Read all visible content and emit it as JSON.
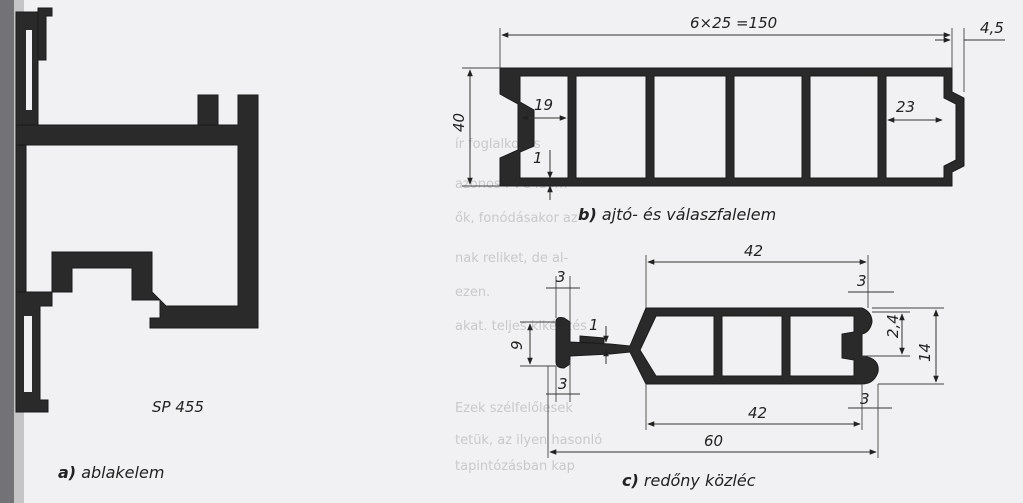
{
  "figure_a": {
    "model": "SP 455",
    "caption_letter": "a)",
    "caption_text": "ablakelem"
  },
  "figure_b": {
    "caption_letter": "b)",
    "caption_text": "ajtó- és válaszfalelem",
    "dims": {
      "top_total": "6×25 =150",
      "top_edge": "4,5",
      "height": "40",
      "left_cell": "19",
      "wall": "1",
      "right_cell": "23"
    }
  },
  "figure_c": {
    "caption_letter": "c)",
    "caption_text": "redőny közléc",
    "dims": {
      "top_width": "42",
      "left_top": "3",
      "right_top": "3",
      "left_height": "9",
      "wall": "1",
      "left_bottom": "3",
      "right_inner": "2,4",
      "right_height": "14",
      "bottom_width": "42",
      "right_bottom": "3",
      "total": "60"
    }
  },
  "background_text": [
    "ír foglalkozás",
    "azonos PVC idom-",
    "ők, fonódásakor az",
    "nak reliket, de al-",
    "ezen.",
    "akat. teljes kiképzés",
    "Ezek szélfelőlesek",
    "tetük, az ilyen hasonló",
    "tapintózásban kap"
  ]
}
